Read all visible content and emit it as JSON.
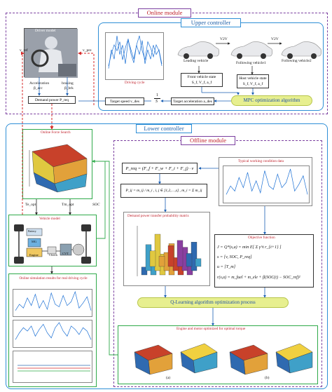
{
  "modules": {
    "online": "Online module",
    "offline": "Offline module",
    "upper": "Upper controller",
    "lower": "Lower controller"
  },
  "driver": {
    "title": "Driver model",
    "v_ref": "v_ref",
    "v_pre": "v_pre",
    "acceleration": "Acceleration",
    "acc_symbol": "β_acc",
    "braking": "braking",
    "brk_symbol": "β_brk",
    "demand_power": "Demand power P_req"
  },
  "upper_ctrl": {
    "driving_cycle": "Driving cycle",
    "leading_vehicle": "Leading vehicle",
    "following_vehicle1": "Following vehicle1",
    "following_vehicle2": "Following vehicle2",
    "v2v_1": "V2V",
    "v2v_2": "V2V",
    "front_state": "Front vehicle state",
    "front_state_vars": "S_f, V_f, a_f",
    "host_state": "Host vehicle state",
    "host_state_vars": "S_f, V_f, a_f",
    "mpc": "MPC optimization algorithm",
    "target_accel": "Target acceleration a_des",
    "integrator_num": "1",
    "integrator_den": "S",
    "target_speed": "Target speed v_des"
  },
  "lower_ctrl": {
    "online_force": "Online Force Search",
    "te_opt": "Te_opt",
    "tm_opt": "Tm_opt",
    "soc": "SOC",
    "vehicle_model": "Vehicle model",
    "battery": "Battery",
    "mg": "MG",
    "engine": "Engine",
    "clutch": "Clutch",
    "cvt": "CVT",
    "sim_results": "Online simulation results for real driving cycle"
  },
  "offline": {
    "typical": "Typical working condition data",
    "preq_eq": "P_req = (F_f + F_w + F_i + F_j) · v",
    "pij_eq": "P_ij = m_ij / m_i ,  i, j ∈ [1,2,…,s] ,  m_i = Σ m_ij",
    "tpm": "Demand power transfer probability matrix",
    "objective": "Objective function",
    "obj_line1": "J = Q*(s,a) = min E[ Σ γ^t r_{t+1} ]",
    "obj_line2": "s = [v, SOC, P_req]",
    "obj_line3": "u = [T_m]",
    "obj_line4": "r(s,a) = m_fuel + m_ele + β(SOC(t) − SOC_ref)²",
    "qlearning": "Q-Learning algorithm optimization process",
    "engine_motor": "Engine and motor optimized for optimal torque",
    "label_a": "(a)",
    "label_b": "(b)"
  },
  "colors": {
    "purple": "#7b3fa0",
    "blue": "#2f8fd6",
    "green": "#2faa4a",
    "red": "#d62a2a"
  },
  "chart_data": [
    {
      "type": "line",
      "title": "",
      "series": [
        {
          "values": [
            20,
            40,
            55,
            45,
            60,
            30,
            50,
            65,
            40,
            25,
            55,
            70,
            45,
            30,
            60,
            50,
            35,
            55,
            45,
            20
          ]
        },
        {
          "values": [
            10,
            30,
            20,
            45,
            25,
            35,
            15,
            40,
            30,
            20,
            35,
            25,
            40,
            15,
            30,
            20,
            35,
            25,
            30,
            15
          ]
        }
      ]
    },
    {
      "type": "line",
      "series": [
        {
          "values": [
            20,
            45,
            30,
            70,
            40,
            85,
            30,
            60,
            25,
            90,
            45,
            35,
            80,
            40,
            55,
            95,
            30,
            50,
            75,
            20
          ]
        }
      ]
    },
    {
      "type": "bar",
      "values": [
        3,
        5,
        8,
        12,
        9,
        6,
        10,
        14,
        7,
        5,
        9,
        11,
        6,
        4,
        8,
        10,
        5,
        3
      ]
    }
  ]
}
